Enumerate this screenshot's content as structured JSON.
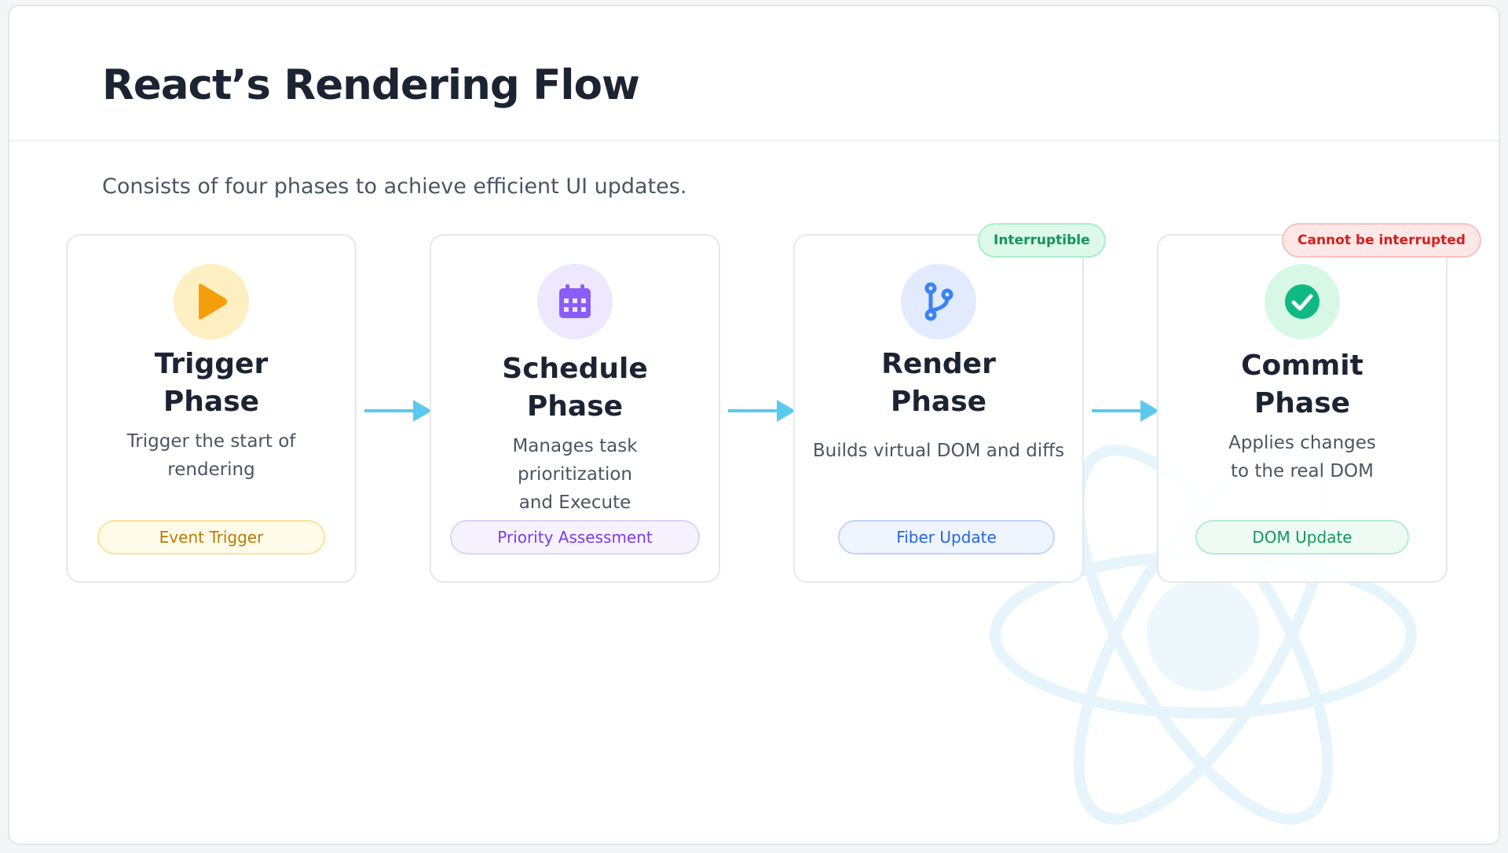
{
  "title": "React’s Rendering Flow",
  "subtitle": "Consists of four phases to achieve efficient UI updates.",
  "colors": {
    "arrow": "#5bc9ee",
    "title": "#1c2333",
    "react_logo": "#e8f6fb"
  },
  "phases": [
    {
      "name_line1": "Trigger",
      "name_line2": "Phase",
      "desc_line1": "Trigger the start of",
      "desc_line2": "rendering",
      "icon": "play-icon",
      "icon_bg": "#fdefc2",
      "icon_color": "#f59e0b",
      "tag": "Event Trigger",
      "tag_colors": {
        "bg": "#fefbe8",
        "border": "#fbe19a",
        "text": "#b77a0a"
      }
    },
    {
      "name_line1": "Schedule",
      "name_line2": "Phase",
      "desc_line1": "Manages task prioritization",
      "desc_line2": "and Execute",
      "icon": "calendar-icon",
      "icon_bg": "#ede8fd",
      "icon_color": "#8b5cf6",
      "tag": "Priority Assessment",
      "tag_colors": {
        "bg": "#f6f3fe",
        "border": "#ddd2fb",
        "text": "#7c3aed"
      }
    },
    {
      "name_line1": "Render",
      "name_line2": "Phase",
      "desc_line1": "Builds virtual DOM and diffs",
      "desc_line2": "",
      "icon": "branch-icon",
      "icon_bg": "#e1ebfd",
      "icon_color": "#3b82f6",
      "tag": "Fiber Update",
      "tag_colors": {
        "bg": "#eff5fe",
        "border": "#bfd5fa",
        "text": "#2563eb"
      },
      "badge": "Interruptible",
      "badge_colors": {
        "bg": "#dcf9ea",
        "border": "#a7efc9",
        "text": "#15935a"
      }
    },
    {
      "name_line1": "Commit",
      "name_line2": "Phase",
      "desc_line1": "Applies changes",
      "desc_line2": "to the real DOM",
      "icon": "check-circle-icon",
      "icon_bg": "#d8f8e6",
      "icon_color": "#10b981",
      "tag": "DOM Update",
      "tag_colors": {
        "bg": "#eefbf4",
        "border": "#b4ecd0",
        "text": "#13965e"
      },
      "badge": "Cannot be interrupted",
      "badge_colors": {
        "bg": "#fde7e7",
        "border": "#f8c0c0",
        "text": "#d32020"
      }
    }
  ]
}
